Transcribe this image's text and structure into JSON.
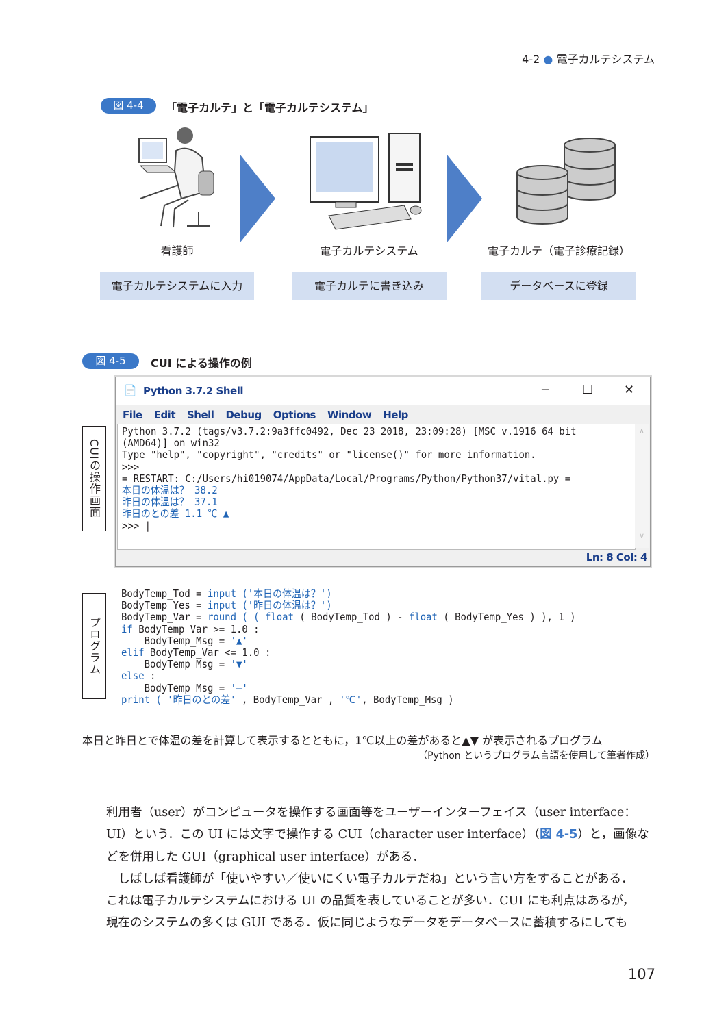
{
  "header": {
    "section": "4-2",
    "bullet": "●",
    "title": "電子カルテシステム"
  },
  "fig44": {
    "label": "図 4-4",
    "title": "「電子カルテ」と「電子カルテシステム」",
    "items": [
      {
        "name": "看護師",
        "action": "電子カルテシステムに入力"
      },
      {
        "name": "電子カルテシステム",
        "action": "電子カルテに書き込み"
      },
      {
        "name": "電子カルテ（電子診療記録）",
        "action": "データベースに登録"
      }
    ]
  },
  "fig45": {
    "label": "図 4-5",
    "title": "CUI による操作の例",
    "side_label_1": "CUIの操作画面",
    "side_label_2": "プログラム",
    "shell": {
      "title": "Python 3.7.2 Shell",
      "controls": [
        "─",
        "☐",
        "✕"
      ],
      "menu": [
        "File",
        "Edit",
        "Shell",
        "Debug",
        "Options",
        "Window",
        "Help"
      ],
      "lines": [
        {
          "t": "Python 3.7.2 (tags/v3.7.2:9a3ffc0492, Dec 23 2018, 23:09:28) [MSC v.1916 64 bit",
          "c": "n"
        },
        {
          "t": "(AMD64)] on win32",
          "c": "n"
        },
        {
          "t": "Type \"help\", \"copyright\", \"credits\" or \"license()\" for more information.",
          "c": "n"
        },
        {
          "t": ">>>",
          "c": "n"
        },
        {
          "t": "= RESTART: C:/Users/hi019074/AppData/Local/Programs/Python/Python37/vital.py =",
          "c": "n"
        },
        {
          "t": "本日の体温は？ 38.2",
          "c": "k"
        },
        {
          "t": "昨日の体温は？ 37.1",
          "c": "k"
        },
        {
          "t": "昨日のとの差 1.1 ℃ ▲",
          "c": "k"
        },
        {
          "t": ">>> |",
          "c": "n"
        }
      ],
      "status": "Ln: 8  Col: 4"
    },
    "code": [
      [
        {
          "t": "BodyTemp_Tod = ",
          "c": "n"
        },
        {
          "t": "input ('本日の体温は？')",
          "c": "k"
        }
      ],
      [
        {
          "t": "BodyTemp_Yes = ",
          "c": "n"
        },
        {
          "t": "input ('昨日の体温は？')",
          "c": "k"
        }
      ],
      [
        {
          "t": "BodyTemp_Var = ",
          "c": "n"
        },
        {
          "t": "round ( ( float ",
          "c": "k"
        },
        {
          "t": "( BodyTemp_Tod ) - ",
          "c": "n"
        },
        {
          "t": "float ",
          "c": "k"
        },
        {
          "t": "( BodyTemp_Yes ) ), 1 )",
          "c": "n"
        }
      ],
      [
        {
          "t": "if ",
          "c": "k"
        },
        {
          "t": "BodyTemp_Var >= 1.0 :",
          "c": "n"
        }
      ],
      [
        {
          "t": "    BodyTemp_Msg = ",
          "c": "n"
        },
        {
          "t": "'▲'",
          "c": "k"
        }
      ],
      [
        {
          "t": "elif ",
          "c": "k"
        },
        {
          "t": "BodyTemp_Var <= 1.0 :",
          "c": "n"
        }
      ],
      [
        {
          "t": "    BodyTemp_Msg = ",
          "c": "n"
        },
        {
          "t": "'▼'",
          "c": "k"
        }
      ],
      [
        {
          "t": "else ",
          "c": "k"
        },
        {
          "t": ":",
          "c": "n"
        }
      ],
      [
        {
          "t": "    BodyTemp_Msg = ",
          "c": "n"
        },
        {
          "t": "'—'",
          "c": "k"
        }
      ],
      [
        {
          "t": "print ( ",
          "c": "k"
        },
        {
          "t": "'昨日のとの差'",
          "c": "k"
        },
        {
          "t": " , BodyTemp_Var , ",
          "c": "n"
        },
        {
          "t": "'℃'",
          "c": "k"
        },
        {
          "t": ", BodyTemp_Msg )",
          "c": "n"
        }
      ]
    ],
    "caption": "本日と昨日とで体温の差を計算して表示するとともに，1℃以上の差があると▲▼ が表示されるプログラム",
    "source": "（Python というプログラム言語を使用して筆者作成）"
  },
  "body": {
    "l1": "利用者（user）がコンピュータを操作する画面等をユーザーインターフェイス（user interface：",
    "l2a": "UI）という．この UI には文字で操作する CUI（character user interface）（",
    "l2link": "図 4-5",
    "l2b": "）と，画像な",
    "l3": "どを併用した GUI（graphical user interface）がある．",
    "l4": "　しばしば看護師が「使いやすい／使いにくい電子カルテだね」という言い方をすることがある．",
    "l5": "これは電子カルテシステムにおける UI の品質を表していることが多い．CUI にも利点はあるが，",
    "l6": "現在のシステムの多くは GUI である．仮に同じようなデータをデータベースに蓄積するにしても"
  },
  "page_number": "107"
}
